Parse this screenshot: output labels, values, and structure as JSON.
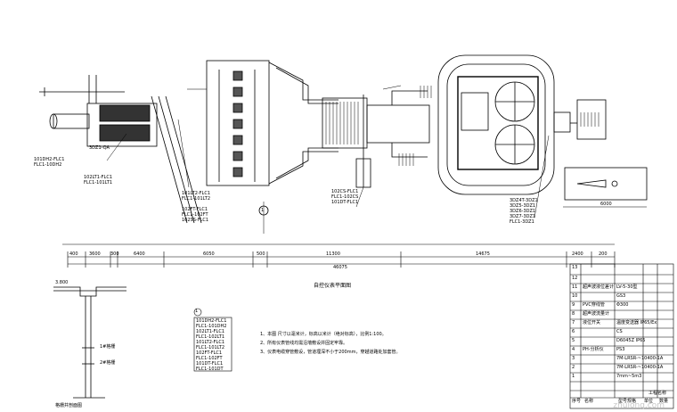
{
  "drawing": {
    "plan_title": "自控仪表平面图",
    "callout_circle": "1",
    "legend_number": "1",
    "notes": [
      "1、本图 尺寸以毫米计，标高以米计（绝对标高），比例1:100。",
      "2、所有仪表管线均需沿墙敷设并固定牢靠。",
      "3、仪表电缆穿管敷设，管道埋深不小于200mm，穿越道路处加套管。"
    ],
    "section_labels": {
      "top_elevation": "3.800",
      "label_a": "1#格栅",
      "label_b": "2#格栅",
      "section_title": "格栅井剖面图"
    },
    "instrument_tags": {
      "left": [
        "101DH2-FLC1",
        "FLC1-10DH2",
        "3DZ1-QA",
        "102LT1-FLC1",
        "FLC1-101LT1"
      ],
      "middle": [
        "101LT2-FLC1",
        "FLC1-101LT2",
        "102FT-FLC1",
        "FLC1-102FT",
        "102SS-FLC1"
      ],
      "center": [
        "102CS-FLC1",
        "FLC1-102CS",
        "101DT-FLC1"
      ],
      "right": [
        "3DZ4T-3DZ1",
        "3DZ5-3DZ1",
        "3DZ6-3DZ1",
        "3DZ7-3DZ1",
        "FLC1-3DZ1"
      ]
    },
    "legend_list": [
      "101DH2-FLC1",
      "FLC1-101DH2",
      "102LT1-FLC1",
      "FLC1-102LT1",
      "101LT2-FLC1",
      "FLC1-101LT2",
      "102FT-FLC1",
      "FLC1-102FT",
      "101DT-FLC1",
      "FLC1-101DT"
    ],
    "dimensions": {
      "segments": [
        "400",
        "3600",
        "300",
        "6400",
        "6050",
        "500",
        "11300",
        "14675",
        "2400",
        "200"
      ],
      "total": "46075",
      "right_box": "6000"
    }
  },
  "title_block": {
    "rows": [
      {
        "no": "13",
        "name": "",
        "spec": ""
      },
      {
        "no": "12",
        "name": "",
        "spec": ""
      },
      {
        "no": "11",
        "name": "超声波液位差计",
        "spec": "LV-5-30型"
      },
      {
        "no": "10",
        "name": "",
        "spec": "GS3"
      },
      {
        "no": "9",
        "name": "PVC穿线管",
        "spec": "Φ300"
      },
      {
        "no": "8",
        "name": "超声波流量计",
        "spec": ""
      },
      {
        "no": "7",
        "name": "液位开关",
        "spec": "温度变送器 IP65/Ex"
      },
      {
        "no": "6",
        "name": "",
        "spec": "CS"
      },
      {
        "no": "5",
        "name": "",
        "spec": "D6045Z IP65"
      },
      {
        "no": "4",
        "name": "PH-分析仪",
        "spec": "PS3"
      },
      {
        "no": "3",
        "name": "",
        "spec": "7M-LRSR-~10400-1A"
      },
      {
        "no": "2",
        "name": "",
        "spec": "7M-LRSR-~10400-1A"
      },
      {
        "no": "1",
        "name": "",
        "spec": "7mm~5m3"
      }
    ],
    "header": [
      "序号",
      "名称",
      "型号规格",
      "单位",
      "数量"
    ],
    "drawing_no": "工程名称"
  },
  "watermark": "zhulong.com"
}
